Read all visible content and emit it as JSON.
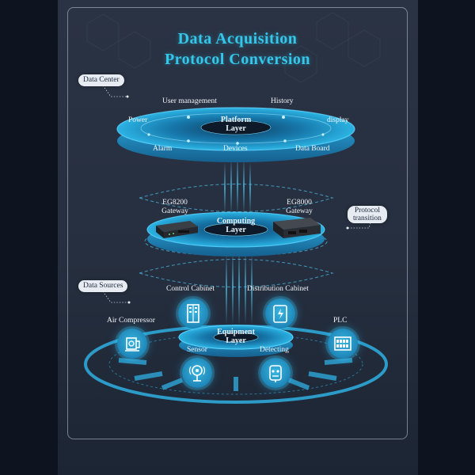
{
  "title": {
    "line1": "Data Acquisition",
    "line2": "Protocol Conversion"
  },
  "tags": {
    "data_center": "Data Center",
    "protocol_transition_l1": "Protocol",
    "protocol_transition_l2": "transition",
    "data_sources": "Data Sources"
  },
  "platform_layer": {
    "label_l1": "Platform",
    "label_l2": "Layer",
    "items": {
      "user_management": "User management",
      "history": "History",
      "power": "Power",
      "display": "display",
      "alarm": "Alarm",
      "devices": "Devices",
      "data_board": "Data Board"
    }
  },
  "computing_layer": {
    "label_l1": "Computing",
    "label_l2": "Layer",
    "gateway_left_l1": "EG8200",
    "gateway_left_l2": "Gateway",
    "gateway_right_l1": "EG8000",
    "gateway_right_l2": "Gateway"
  },
  "equipment_layer": {
    "label_l1": "Equipment",
    "label_l2": "Layer",
    "devices": {
      "control_cabinet": "Control Cabinet",
      "distribution_cabinet": "Distribution Cabinet",
      "air_compressor": "Air Compressor",
      "plc": "PLC",
      "sensor": "Sensor",
      "detecting": "Detecting"
    },
    "icons": [
      "cabinet-icon",
      "distribution-box-icon",
      "air-compressor-icon",
      "plc-icon",
      "sensor-icon",
      "detector-icon"
    ]
  },
  "colors": {
    "accent": "#35c7ea",
    "disc": "#1c8fc4",
    "background": "#262f3f"
  }
}
